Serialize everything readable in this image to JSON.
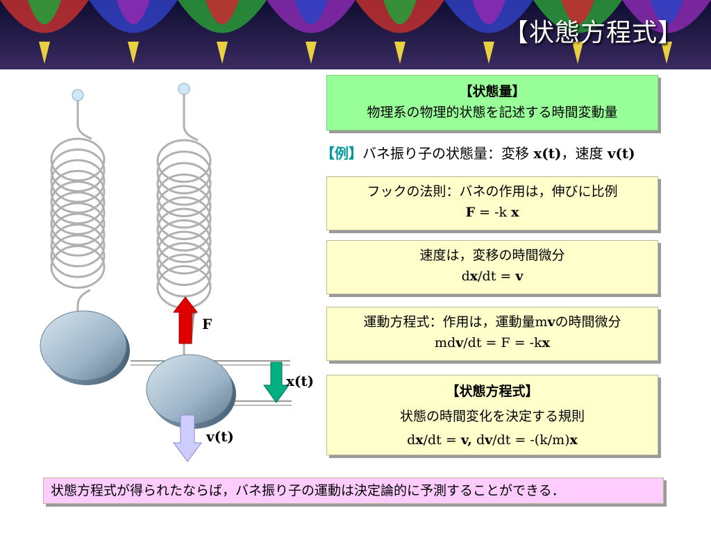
{
  "slide": {
    "title": "【状態方程式】"
  },
  "state_box": {
    "heading": "【状態量】",
    "text": "物理系の物理的状態を記述する時間変動量"
  },
  "example": {
    "tag": "【例】",
    "prefix": "バネ振り子の状態量：変移 ",
    "x_sym": "x(t)",
    "sep": "，速度 ",
    "v_sym": "v(t)"
  },
  "hooke": {
    "text": "フックの法則：バネの作用は，伸びに比例",
    "f": "F",
    "eq_mid": " = -k ",
    "x": "x"
  },
  "velocity": {
    "text": "速度は，変移の時間微分",
    "d": "d",
    "x": "x",
    "mid": "/dt = ",
    "v": "v"
  },
  "motion": {
    "text_a": "運動方程式：作用は，運動量m",
    "v": "v",
    "text_b": "の時間微分",
    "eq_a": "md",
    "eq_v": "v",
    "eq_b": "/dt = F = -k",
    "eq_x": "x"
  },
  "state_eq": {
    "heading": "【状態方程式】",
    "text": "状態の時間変化を決定する規則",
    "d1": "d",
    "x": "x",
    "mid1": "/dt = ",
    "v1": "v,",
    "d2": " d",
    "v2": "v",
    "mid2": "/dt = -(k/m)",
    "x2": "x"
  },
  "conclusion": {
    "text": "状態方程式が得られたならば，バネ振り子の運動は決定論的に予測することができる．"
  },
  "figure": {
    "force_label": "F",
    "disp_label": "x(t)",
    "vel_label": "v(t)"
  },
  "colors": {
    "banner_bg": "#1a1a4a",
    "force_arrow": "#e00000",
    "disp_arrow": "#00b080",
    "vel_arrow": "#ccccff",
    "mass": "#a8bfd0"
  }
}
